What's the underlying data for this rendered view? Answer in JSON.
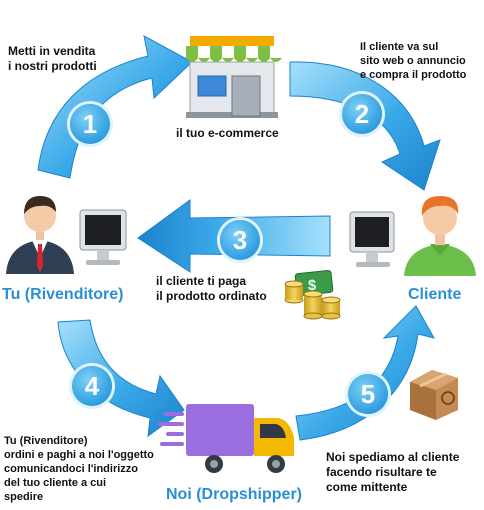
{
  "steps": [
    {
      "number": "1",
      "text": "Metti in vendita\ni nostri prodotti"
    },
    {
      "number": "2",
      "text": "Il cliente va sul\nsito web o annuncio\ne compra il prodotto"
    },
    {
      "number": "3",
      "text": "il cliente ti paga\nil prodotto ordinato"
    },
    {
      "number": "4",
      "text": "Tu (Rivenditore)\nordini e paghi a noi l'oggetto\ncomunicandoci l'indirizzo\ndel tuo cliente a cui\nspedire"
    },
    {
      "number": "5",
      "text": "Noi spediamo al cliente\nfacendo risultare te\ncome mittente"
    }
  ],
  "store_label": "il tuo e-commerce",
  "roles": {
    "reseller": "Tu (Rivenditore)",
    "customer": "Cliente",
    "dropshipper": "Noi (Dropshipper)"
  },
  "colors": {
    "arrow": "#2b9ee2",
    "arrow_light": "#8bd3f7",
    "role_text": "#2a8fd6",
    "truck_body": "#9b6ee0",
    "truck_cab": "#f5b800"
  },
  "icons": [
    "store-icon",
    "businessman-icon",
    "computer-monitor-icon",
    "customer-icon",
    "money-icon",
    "truck-icon",
    "package-box-icon"
  ]
}
